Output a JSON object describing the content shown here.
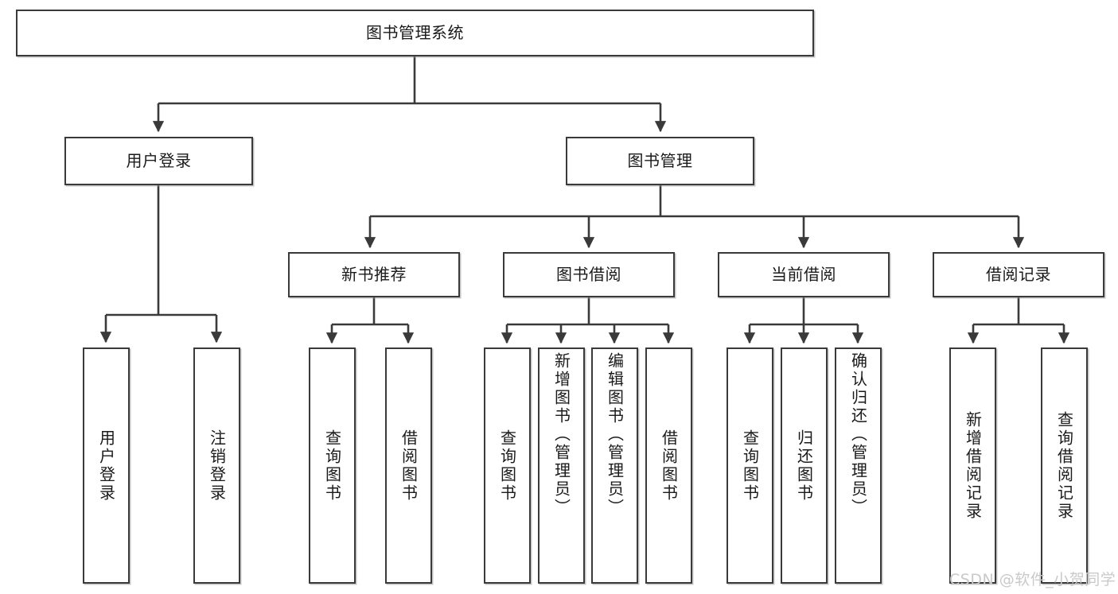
{
  "diagram": {
    "title": "图书管理系统",
    "root": {
      "label": "图书管理系统"
    },
    "level2": [
      {
        "label": "用户登录"
      },
      {
        "label": "图书管理"
      }
    ],
    "level3": [
      {
        "label": "新书推荐"
      },
      {
        "label": "图书借阅"
      },
      {
        "label": "当前借阅"
      },
      {
        "label": "借阅记录"
      }
    ],
    "leaves": {
      "user_login": [
        {
          "label": "用户登录"
        },
        {
          "label": "注销登录"
        }
      ],
      "new_book": [
        {
          "label": "查询图书"
        },
        {
          "label": "借阅图书"
        }
      ],
      "book_borrow": [
        {
          "label": "查询图书"
        },
        {
          "label": "新增图书（管理员）"
        },
        {
          "label": "编辑图书（管理员）"
        },
        {
          "label": "借阅图书"
        }
      ],
      "current_borrow": [
        {
          "label": "查询图书"
        },
        {
          "label": "归还图书"
        },
        {
          "label": "确认归还（管理员）"
        }
      ],
      "borrow_record": [
        {
          "label": "新增借阅记录"
        },
        {
          "label": "查询借阅记录"
        }
      ]
    }
  },
  "watermark": {
    "text": "CSDN @软件_小贺同学"
  },
  "colors": {
    "stroke": "#3a3a3a",
    "fill": "#ffffff",
    "text": "#1a1a1a",
    "watermark": "#c9c9c9"
  }
}
